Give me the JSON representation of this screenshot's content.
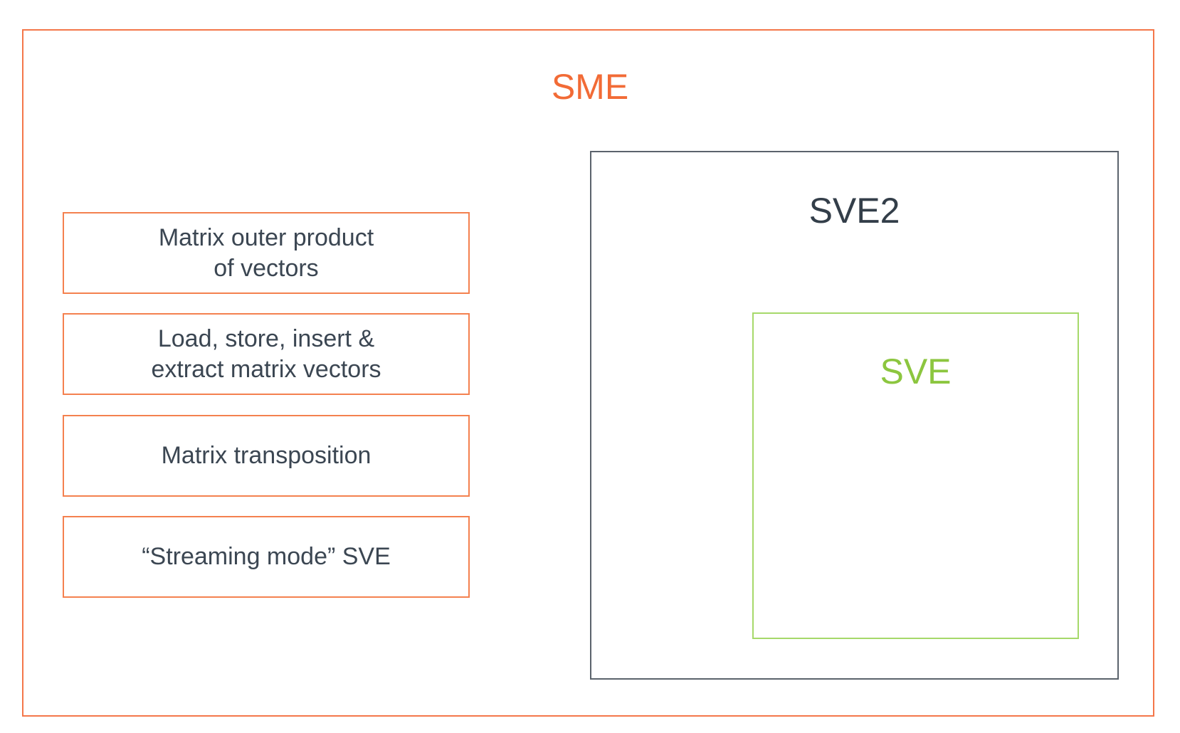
{
  "diagram": {
    "sme": {
      "label": "SME",
      "color": "#f26b36",
      "features": [
        {
          "text": "Matrix outer product\nof vectors"
        },
        {
          "text": "Load, store, insert &\nextract matrix vectors"
        },
        {
          "text": "Matrix transposition"
        },
        {
          "text": "“Streaming mode” SVE"
        }
      ]
    },
    "sve2": {
      "label": "SVE2",
      "color": "#333e49"
    },
    "sve": {
      "label": "SVE",
      "color": "#8cc63f"
    }
  }
}
